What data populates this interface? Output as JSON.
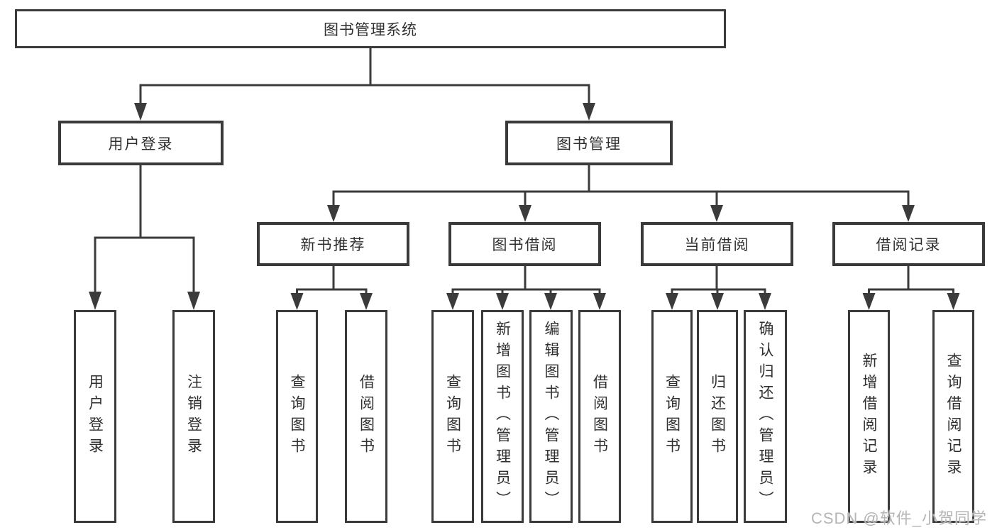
{
  "diagram": {
    "root": {
      "label": "图书管理系统"
    },
    "branches": [
      {
        "label": "用户登录",
        "children": [
          {
            "label": "用户登录"
          },
          {
            "label": "注销登录"
          }
        ]
      },
      {
        "label": "图书管理",
        "children": [
          {
            "label": "新书推荐",
            "children": [
              {
                "label": "查询图书"
              },
              {
                "label": "借阅图书"
              }
            ]
          },
          {
            "label": "图书借阅",
            "children": [
              {
                "label": "查询图书"
              },
              {
                "label": "新增图书（管理员）"
              },
              {
                "label": "编辑图书（管理员）"
              },
              {
                "label": "借阅图书"
              }
            ]
          },
          {
            "label": "当前借阅",
            "children": [
              {
                "label": "查询图书"
              },
              {
                "label": "归还图书"
              },
              {
                "label": "确认归还（管理员）"
              }
            ]
          },
          {
            "label": "借阅记录",
            "children": [
              {
                "label": "新增借阅记录"
              },
              {
                "label": "查询借阅记录"
              }
            ]
          }
        ]
      }
    ]
  },
  "watermark": {
    "text": "CSDN @软件_小贺同学"
  },
  "colors": {
    "line": "#3b3b3b",
    "text": "#2f2f2f",
    "box_background": "#ffffff",
    "watermark": "#b5b5b5"
  }
}
